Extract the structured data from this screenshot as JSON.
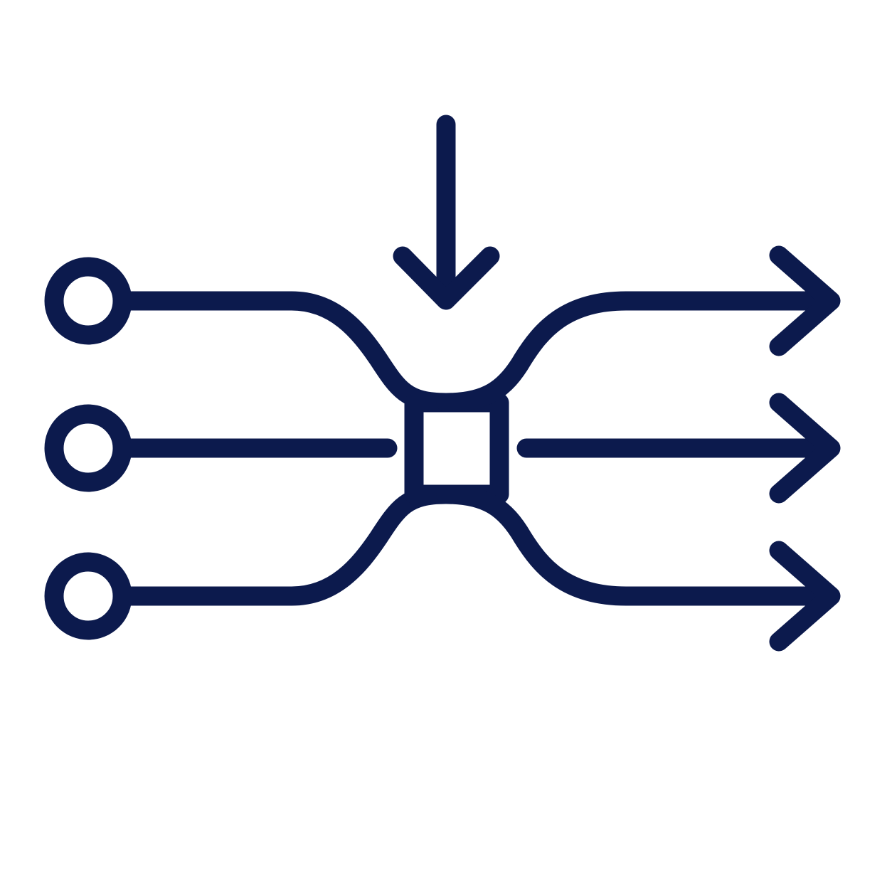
{
  "icon": {
    "name": "data-flow-merge-icon",
    "stroke_color": "#0c1a4d",
    "background_color": "#ffffff",
    "inputs": [
      {
        "name": "input-node-top"
      },
      {
        "name": "input-node-middle"
      },
      {
        "name": "input-node-bottom"
      }
    ],
    "outputs": [
      {
        "name": "output-arrow-top"
      },
      {
        "name": "output-arrow-middle"
      },
      {
        "name": "output-arrow-bottom"
      }
    ],
    "center": {
      "name": "processing-box"
    },
    "injection": {
      "name": "down-arrow"
    }
  }
}
